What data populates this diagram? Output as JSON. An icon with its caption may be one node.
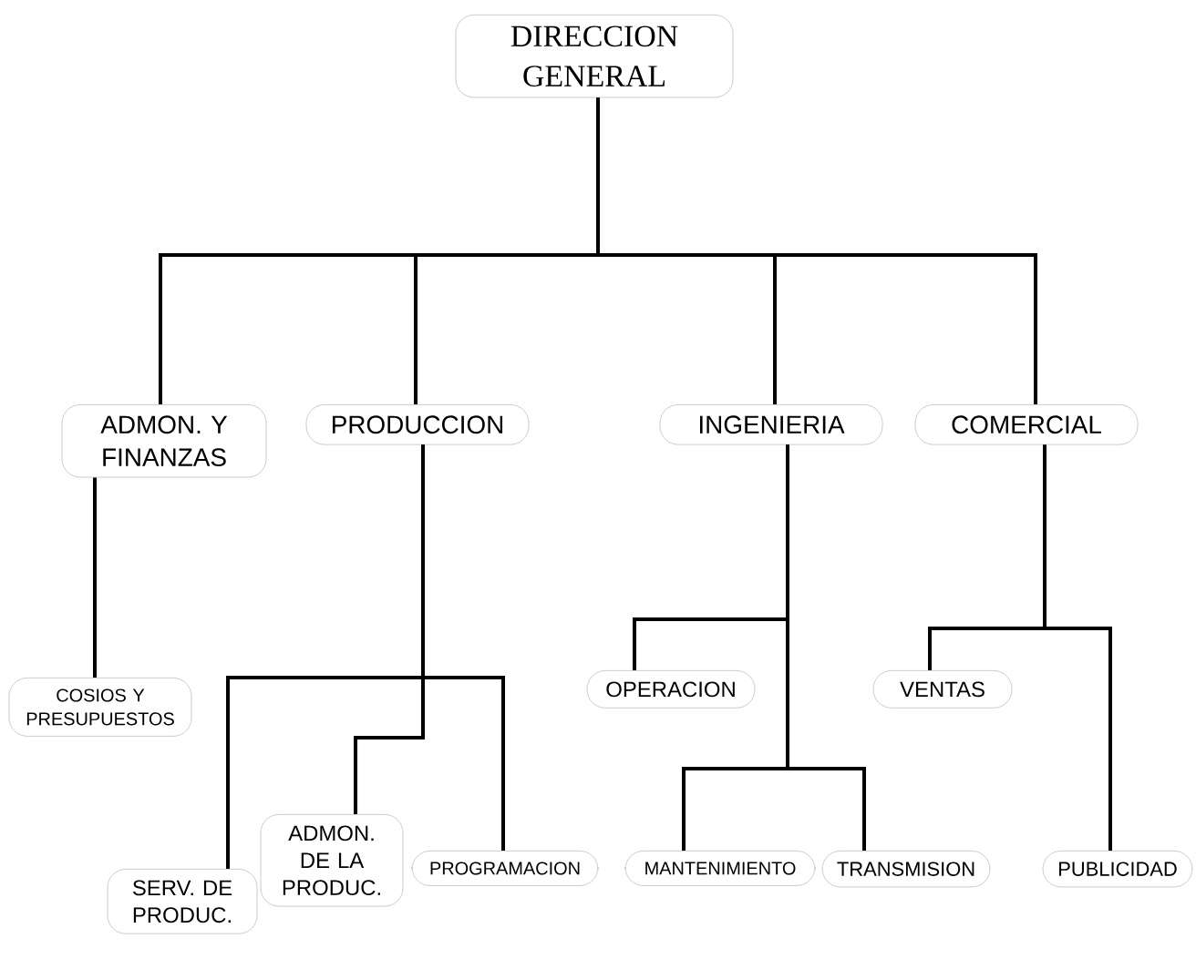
{
  "diagram": {
    "nodes": [
      {
        "text": [
          "DIRECCION GENERAL"
        ]
      },
      {
        "text": [
          "ADMON. Y FINANZAS"
        ]
      },
      {
        "text": [
          "PRODUCCION"
        ]
      },
      {
        "text": [
          "INGENIERIA"
        ]
      },
      {
        "text": [
          "COMERCIAL"
        ]
      },
      {
        "text": [
          "COSIOS Y PRESUPUESTOS"
        ]
      },
      {
        "text": [
          "SERV. DE PRODUC."
        ]
      },
      {
        "text": [
          "ADMON. DE LA PRODUC."
        ]
      },
      {
        "text": [
          "PROGRAMACION"
        ]
      },
      {
        "text": [
          "OPERACION"
        ]
      },
      {
        "text": [
          "MANTENIMIENTO"
        ]
      },
      {
        "text": [
          "TRANSMISION"
        ]
      },
      {
        "text": [
          "VENTAS"
        ]
      },
      {
        "text": [
          "PUBLICIDAD"
        ]
      }
    ],
    "edges": [
      {
        "from": 0,
        "to": 1,
        "arrow": "none"
      },
      {
        "from": 0,
        "to": 2,
        "arrow": "none"
      },
      {
        "from": 0,
        "to": 3,
        "arrow": "none"
      },
      {
        "from": 0,
        "to": 4,
        "arrow": "none"
      },
      {
        "from": 1,
        "to": 5,
        "arrow": "none"
      },
      {
        "from": 2,
        "to": 6,
        "arrow": "none"
      },
      {
        "from": 2,
        "to": 7,
        "arrow": "none"
      },
      {
        "from": 2,
        "to": 8,
        "arrow": "none"
      },
      {
        "from": 3,
        "to": 9,
        "arrow": "none"
      },
      {
        "from": 3,
        "to": 10,
        "arrow": "none"
      },
      {
        "from": 3,
        "to": 11,
        "arrow": "none"
      },
      {
        "from": 4,
        "to": 12,
        "arrow": "none"
      },
      {
        "from": 4,
        "to": 13,
        "arrow": "none"
      }
    ]
  }
}
